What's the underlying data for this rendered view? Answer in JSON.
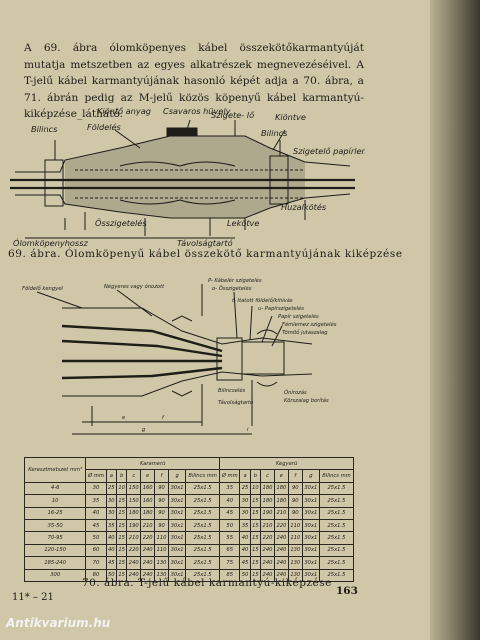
{
  "text": {
    "paragraph": "A 69. ábra ólomköpenyes kábel összekötőkarmantyúját mutatja metszetben az egyes alkatrészek megnevezéséivel. A T-jelű kábel karmantyújának hasonló képét adja a 70. ábra, a 71. ábrán pedig az M-jelű közös köpenyű kábel karmantyú-kiképzése_látható.",
    "caption69": "69. ábra. Ólomköpenyű kábel összekötő karmantyújának kiképzése",
    "caption70": "70. ábra. T-jelű kábel karmantyú-kiképzése",
    "page_number": "163",
    "signature": "11* – 21",
    "watermark": "Antikvarium.hu"
  },
  "fig69": {
    "bilincs_left": "Bilincs",
    "kionto_anyag": "Kiöntő anyag",
    "foldeles": "Földelés",
    "csavaros_huvely": "Csavaros hüvely",
    "szigetelo": "Szigete- lő",
    "kiontve": "Kiöntve",
    "bilincs_right": "Bilincs",
    "szigetelo_papirlemez": "Szigetelő papírlemez",
    "huzalkotes": "Huzalkötés",
    "osszigeteles": "Összigetelés",
    "lekotve": "Lekötve",
    "olomkopenyhossz": "Ólomköpenyhossz",
    "tavolsagtarto": "Távolságtartó"
  },
  "fig70": {
    "foldelo_kengyel": "Földelő kengyel",
    "negyeres": "Négyeres vagy ónozott",
    "p_kabelor": "P- Kábelér szigetelés",
    "o_ossz": "o- Összigetelés",
    "t_foldelo": "t- Itatott földelő/kihívás",
    "u": "u- Papírszigetelés",
    "s": "Papír szigetelés",
    "h": "Fémlemez szigetelés",
    "m": "Tömítő jutaszalag",
    "bilincs": "Bilincselés",
    "tav": "Távolságtartó",
    "ori": "Ónírozás",
    "kor": "Körszalag borítás",
    "dim_e": "e",
    "dim_f": "f",
    "dim_g": "g",
    "dim_i": "i"
  },
  "table": {
    "h1": [
      "Keresztmetszet mm²",
      "Karamerü",
      "Kegyerü"
    ],
    "h2": [
      "Ø mm",
      "a",
      "b",
      "c",
      "e",
      "f",
      "g",
      "Bilincs mm",
      "Ø mm",
      "a",
      "b",
      "c",
      "e",
      "f",
      "g",
      "Bilincs mm"
    ],
    "rows": [
      [
        "4-6",
        "30",
        "25",
        "10",
        "150",
        "160",
        "90",
        "30x1",
        "25x1.5",
        "35",
        "25",
        "10",
        "180",
        "180",
        "90",
        "30x1",
        "25x1.5"
      ],
      [
        "10",
        "35",
        "30",
        "15",
        "150",
        "160",
        "90",
        "30x1",
        "25x1.5",
        "40",
        "30",
        "15",
        "180",
        "180",
        "90",
        "30x1",
        "25x1.5"
      ],
      [
        "16-25",
        "40",
        "30",
        "15",
        "180",
        "180",
        "90",
        "30x1",
        "25x1.5",
        "45",
        "30",
        "15",
        "190",
        "210",
        "90",
        "30x1",
        "25x1.5"
      ],
      [
        "35-50",
        "45",
        "35",
        "15",
        "190",
        "210",
        "90",
        "30x1",
        "25x1.5",
        "50",
        "35",
        "15",
        "210",
        "220",
        "110",
        "30x1",
        "25x1.5"
      ],
      [
        "70-95",
        "50",
        "40",
        "15",
        "210",
        "220",
        "110",
        "30x1",
        "25x1.5",
        "55",
        "40",
        "15",
        "220",
        "240",
        "110",
        "30x1",
        "25x1.5"
      ],
      [
        "120-150",
        "60",
        "40",
        "15",
        "220",
        "240",
        "110",
        "30x1",
        "25x1.5",
        "65",
        "40",
        "15",
        "240",
        "240",
        "130",
        "30x1",
        "25x1.5"
      ],
      [
        "185-240",
        "70",
        "45",
        "15",
        "240",
        "240",
        "130",
        "30x1",
        "25x1.5",
        "75",
        "45",
        "15",
        "240",
        "240",
        "130",
        "30x1",
        "25x1.5"
      ],
      [
        "300",
        "80",
        "50",
        "15",
        "240",
        "240",
        "130",
        "30x1",
        "25x1.5",
        "85",
        "50",
        "15",
        "240",
        "240",
        "130",
        "30x1",
        "25x1.5"
      ]
    ]
  }
}
